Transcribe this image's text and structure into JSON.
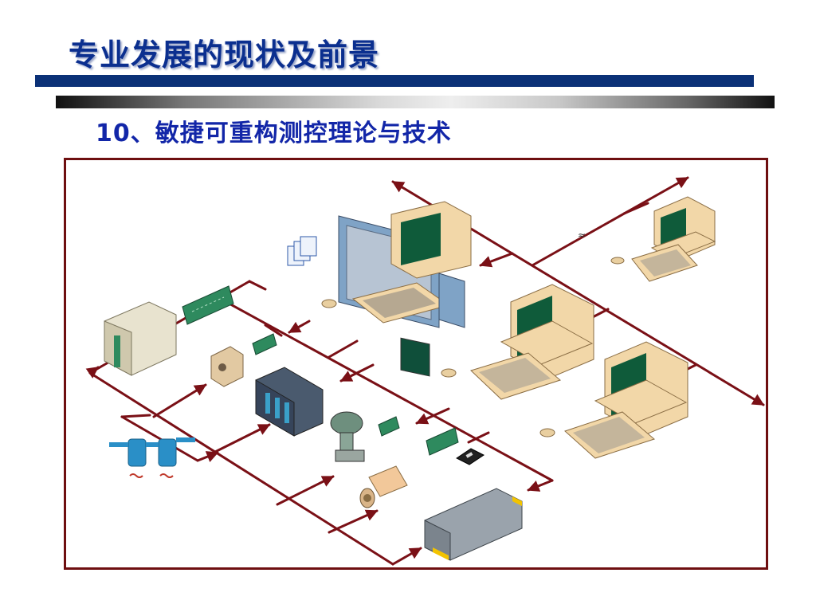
{
  "header": {
    "title": "专业发展的现状及前景",
    "subtitle": "10、敏捷可重构测控理论与技术"
  },
  "colors": {
    "title": "#0b2f8f",
    "subtitle": "#1226a8",
    "title_bar": "#0b3177",
    "network_line": "#7a1016",
    "frame_border": "#6e0f10",
    "monitor_case": "#f2d7a8",
    "monitor_screen": "#0f5b3a",
    "chip_board": "#2e8a5e",
    "tank": "#2a8fc7"
  },
  "diagram": {
    "devices": [
      {
        "icon": "workstation-icon",
        "role": "operator-workstation"
      },
      {
        "icon": "desktop-computer-icon",
        "role": "remote-computer"
      },
      {
        "icon": "desktop-computer-icon",
        "role": "computer"
      },
      {
        "icon": "desktop-computer-icon",
        "role": "computer"
      },
      {
        "icon": "instrument-rack-icon",
        "role": "rack"
      },
      {
        "icon": "plc-modules-icon",
        "role": "controller"
      },
      {
        "icon": "pressure-transmitter-icon",
        "role": "transmitter"
      },
      {
        "icon": "camera-icon",
        "role": "camera"
      },
      {
        "icon": "industrial-controller-icon",
        "role": "controller"
      },
      {
        "icon": "storage-tanks-icon",
        "role": "tanks"
      },
      {
        "icon": "small-module-icon",
        "role": "module"
      },
      {
        "icon": "circuit-board-icon",
        "role": "board"
      },
      {
        "icon": "data-acquisition-card-icon",
        "role": "card"
      },
      {
        "icon": "floppy-disk-icon",
        "role": "media"
      },
      {
        "icon": "document-stack-icon",
        "role": "documents"
      }
    ]
  }
}
